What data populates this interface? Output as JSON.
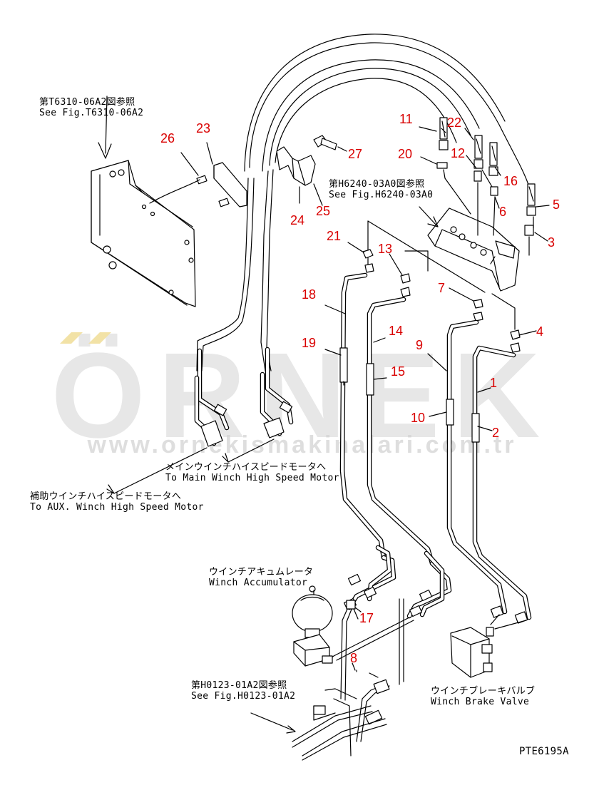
{
  "watermark": {
    "logo_text": "ÖRNEK",
    "url_text": "www.ornekismakinalari.com.tr",
    "color": "#d4d4d4",
    "accent_color": "#f2e2a6"
  },
  "colors": {
    "part_number": "#d90000",
    "line": "#000000"
  },
  "references": {
    "fig_t6310": {
      "jp": "第T6310-06A2図参照",
      "en": "See Fig.T6310-06A2"
    },
    "fig_h6240": {
      "jp": "第H6240-03A0図参照",
      "en": "See Fig.H6240-03A0"
    },
    "fig_h0123": {
      "jp": "第H0123-01A2図参照",
      "en": "See Fig.H0123-01A2"
    }
  },
  "destinations": {
    "main_motor": {
      "jp": "メインウインチハイスピードモータへ",
      "en": "To Main Winch High Speed Motor"
    },
    "aux_motor": {
      "jp": "補助ウインチハイスピードモータへ",
      "en": "To AUX. Winch High Speed Motor"
    }
  },
  "components": {
    "accumulator": {
      "jp": "ウインチアキュムレータ",
      "en": "Winch Accumulator"
    },
    "brake_valve": {
      "jp": "ウインチブレーキバルブ",
      "en": "Winch Brake Valve"
    }
  },
  "drawing_code": "PTE6195A",
  "part_numbers": [
    "1",
    "2",
    "3",
    "4",
    "5",
    "6",
    "7",
    "8",
    "9",
    "10",
    "11",
    "12",
    "13",
    "14",
    "15",
    "16",
    "17",
    "18",
    "19",
    "20",
    "21",
    "22",
    "23",
    "24",
    "25",
    "26",
    "27"
  ]
}
